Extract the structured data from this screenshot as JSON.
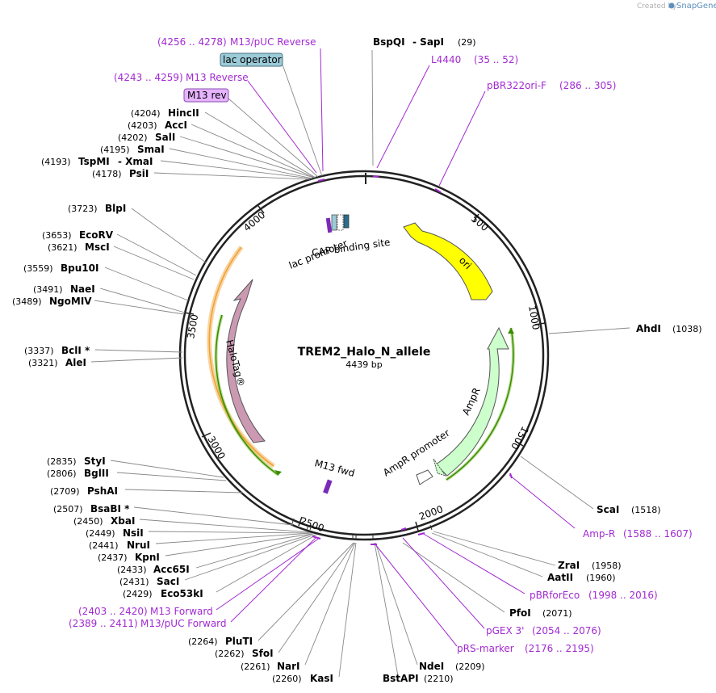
{
  "credit": {
    "prefix": "Created by",
    "brand": "SnapGene"
  },
  "plasmid": {
    "name": "TREM2_Halo_N_allele",
    "length_label": "4439 bp",
    "length": 4439
  },
  "colors": {
    "primer": "#a22ad2",
    "ori": "#ffff00",
    "ampr": "#ccffcc",
    "halotag": "#cc99b2",
    "lac_operator": "#9ccbd8",
    "m13_rev": "#e6b3ff",
    "orf_orange": "#f0a030",
    "orf_green": "#59b300"
  },
  "ticks": [
    "500",
    "1000",
    "1500",
    "2000",
    "2500",
    "3000",
    "3500",
    "4000"
  ],
  "sites": [
    {
      "name": "BspQI",
      "name2": "SapI",
      "pos": "(29)"
    },
    {
      "name": "AhdI",
      "pos": "(1038)"
    },
    {
      "name": "ScaI",
      "pos": "(1518)"
    },
    {
      "name": "ZraI",
      "pos": "(1958)"
    },
    {
      "name": "AatII",
      "pos": "(1960)"
    },
    {
      "name": "PfoI",
      "pos": "(2071)"
    },
    {
      "name": "NdeI",
      "pos": "(2209)"
    },
    {
      "name": "BstAPI",
      "pos": "(2210)"
    },
    {
      "name": "KasI",
      "pos": "(2260)"
    },
    {
      "name": "NarI",
      "pos": "(2261)"
    },
    {
      "name": "SfoI",
      "pos": "(2262)"
    },
    {
      "name": "PluTI",
      "pos": "(2264)"
    },
    {
      "name": "Eco53kI",
      "pos": "(2429)"
    },
    {
      "name": "SacI",
      "pos": "(2431)"
    },
    {
      "name": "Acc65I",
      "pos": "(2433)"
    },
    {
      "name": "KpnI",
      "pos": "(2437)"
    },
    {
      "name": "NruI",
      "pos": "(2441)"
    },
    {
      "name": "NsiI",
      "pos": "(2449)"
    },
    {
      "name": "XbaI",
      "pos": "(2450)"
    },
    {
      "name": "BsaBI *",
      "pos": "(2507)"
    },
    {
      "name": "PshAI",
      "pos": "(2709)"
    },
    {
      "name": "BglII",
      "pos": "(2806)"
    },
    {
      "name": "StyI",
      "pos": "(2835)"
    },
    {
      "name": "AleI",
      "pos": "(3321)"
    },
    {
      "name": "BclI *",
      "pos": "(3337)"
    },
    {
      "name": "NgoMIV",
      "pos": "(3489)"
    },
    {
      "name": "NaeI",
      "pos": "(3491)"
    },
    {
      "name": "Bpu10I",
      "pos": "(3559)"
    },
    {
      "name": "MscI",
      "pos": "(3621)"
    },
    {
      "name": "EcoRV",
      "pos": "(3653)"
    },
    {
      "name": "BlpI",
      "pos": "(3723)"
    },
    {
      "name": "PsiI",
      "pos": "(4178)"
    },
    {
      "name": "TspMI",
      "name2": "XmaI",
      "pos": "(4193)"
    },
    {
      "name": "SmaI",
      "pos": "(4195)"
    },
    {
      "name": "SalI",
      "pos": "(4202)"
    },
    {
      "name": "AccI",
      "pos": "(4203)"
    },
    {
      "name": "HincII",
      "pos": "(4204)"
    }
  ],
  "primers": [
    {
      "name": "M13/pUC Reverse",
      "range": "(4256 .. 4278)"
    },
    {
      "name": "M13 Reverse",
      "range": "(4243 .. 4259)"
    },
    {
      "name": "L4440",
      "range": "(35 .. 52)"
    },
    {
      "name": "pBR322ori-F",
      "range": "(286 .. 305)"
    },
    {
      "name": "Amp-R",
      "range": "(1588 .. 1607)"
    },
    {
      "name": "pBRforEco",
      "range": "(1998 .. 2016)"
    },
    {
      "name": "pGEX 3'",
      "range": "(2054 .. 2076)"
    },
    {
      "name": "pRS-marker",
      "range": "(2176 .. 2195)"
    },
    {
      "name": "M13 Forward",
      "range": "(2403 .. 2420)"
    },
    {
      "name": "M13/pUC Forward",
      "range": "(2389 .. 2411)"
    }
  ],
  "boxed_labels": {
    "lac_operator": "lac operator",
    "m13_rev": "M13 rev"
  },
  "features": {
    "ori": "ori",
    "ampr": "AmpR",
    "ampr_promoter": "AmpR promoter",
    "halotag": "HaloTag®",
    "m13_fwd": "M13 fwd",
    "lac_promoter": "lac promoter",
    "cap_site": "CAP binding site"
  }
}
